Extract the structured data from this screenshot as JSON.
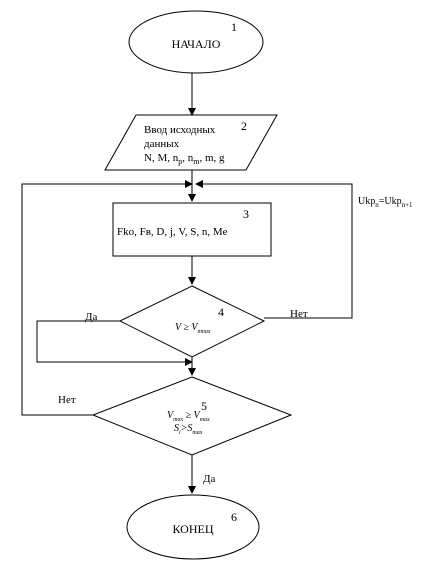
{
  "blocks": {
    "start": {
      "label": "НАЧАЛО",
      "num": "1"
    },
    "input": {
      "line1": "Ввод исходных",
      "line2": "данных",
      "line3": "N, M, n",
      "num": "2"
    },
    "compute": {
      "label": "Fko, Fв, D, j, V, S, n, Me",
      "num": "3"
    },
    "decision4": {
      "num": "4",
      "yes": "Да",
      "no": "Нет"
    },
    "decision5": {
      "num": "5",
      "yes": "Да",
      "no": "Нет"
    },
    "end": {
      "label": "КОНЕЦ",
      "num": "6"
    }
  },
  "loop": {
    "label": "Ukp",
    "sub_n": "n",
    "equals": "=Ukp",
    "sub_n1": "n+1"
  }
}
